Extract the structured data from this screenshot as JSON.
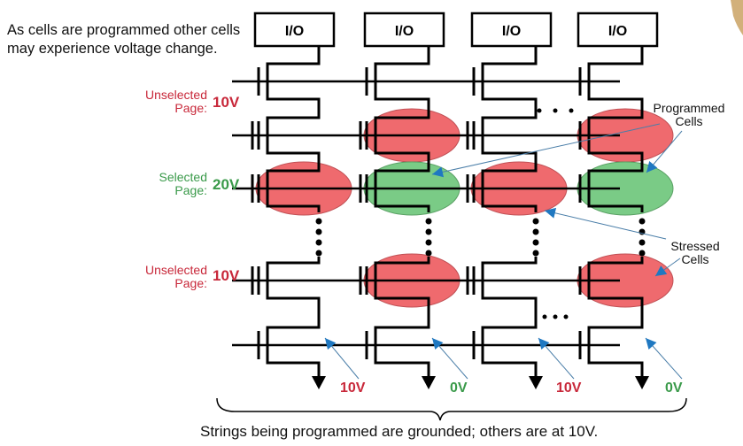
{
  "caption": "As cells are programmed other cells may experience voltage change.",
  "footer": "Strings being programmed are grounded; others are at 10V.",
  "io_boxes": [
    "I/O",
    "I/O",
    "I/O",
    "I/O"
  ],
  "page_labels": [
    {
      "line1": "Unselected",
      "line2": "Page:",
      "voltage": "10V",
      "state": "unselected"
    },
    {
      "line1": "Selected",
      "line2": "Page:",
      "voltage": "20V",
      "state": "selected"
    },
    {
      "line1": "Unselected",
      "line2": "Page:",
      "voltage": "10V",
      "state": "unselected"
    }
  ],
  "callouts": {
    "programmed": {
      "line1": "Programmed",
      "line2": "Cells"
    },
    "stressed": {
      "line1": "Stressed",
      "line2": "Cells"
    }
  },
  "bitline_voltages": [
    {
      "label": "10V",
      "state": "inhibit"
    },
    {
      "label": "0V",
      "state": "program"
    },
    {
      "label": "10V",
      "state": "inhibit"
    },
    {
      "label": "0V",
      "state": "program"
    }
  ],
  "cell_states": [
    [
      "none",
      "none",
      "none",
      "none"
    ],
    [
      "none",
      "stressed",
      "none",
      "stressed"
    ],
    [
      "stressed",
      "programmed",
      "stressed",
      "programmed"
    ],
    [
      "none",
      "stressed",
      "none",
      "stressed"
    ],
    [
      "none",
      "none",
      "none",
      "none"
    ]
  ],
  "colors": {
    "stressed": "#ef6a6e",
    "programmed": "#7acb86",
    "arrow": "#1f78c1",
    "red_text": "#c8283a",
    "green_text": "#3a9a4a"
  }
}
